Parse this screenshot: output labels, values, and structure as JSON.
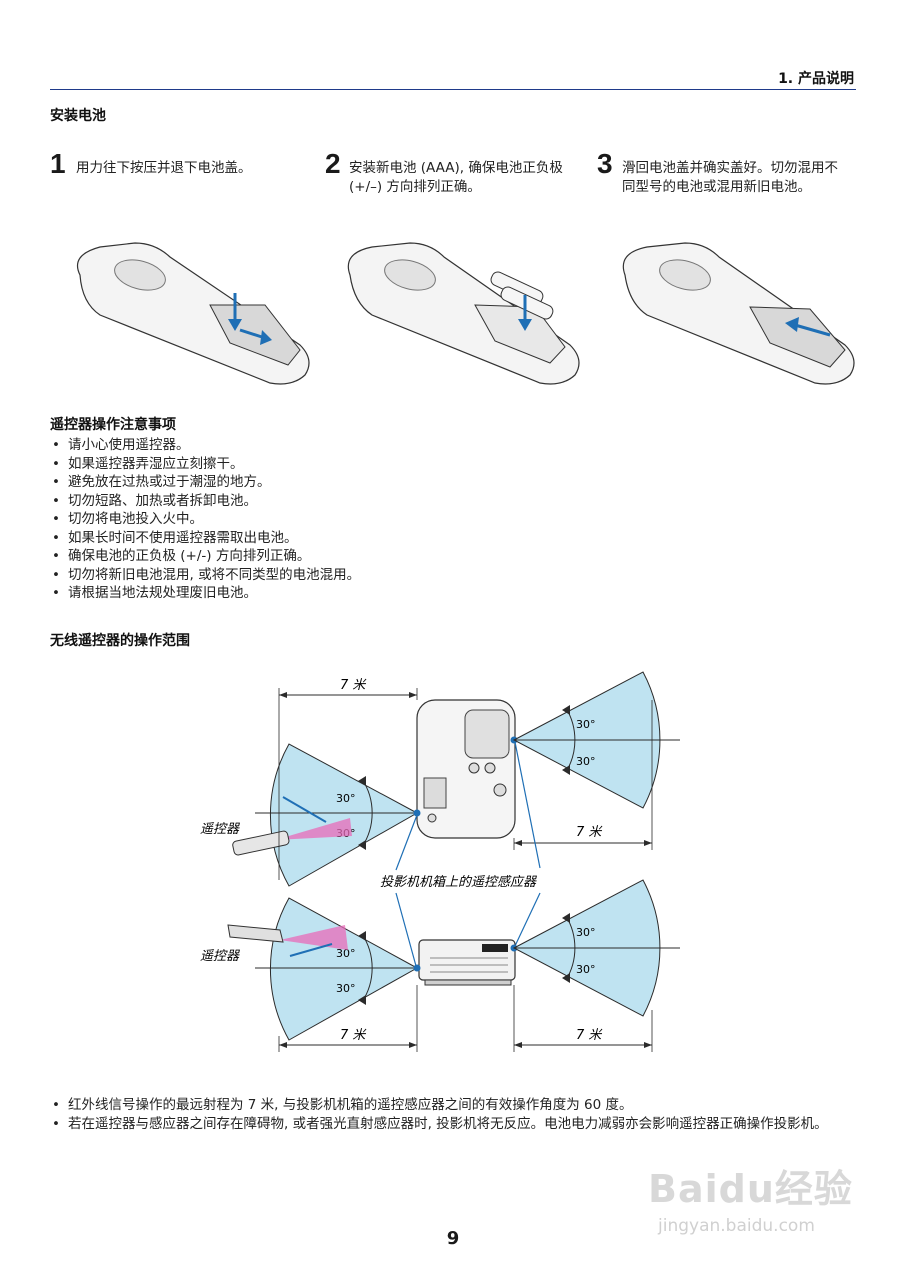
{
  "header": {
    "chapter": "1. 产品说明"
  },
  "battery_section": {
    "title": "安装电池",
    "steps": [
      {
        "num": "1",
        "text": "用力往下按压并退下电池盖。"
      },
      {
        "num": "2",
        "text": "安装新电池 (AAA), 确保电池正负极 (+/–) 方向排列正确。"
      },
      {
        "num": "3",
        "text": "滑回电池盖并确实盖好。切勿混用不同型号的电池或混用新旧电池。"
      }
    ]
  },
  "cautions": {
    "title": "遥控器操作注意事项",
    "items": [
      "请小心使用遥控器。",
      "如果遥控器弄湿应立刻擦干。",
      "避免放在过热或过于潮湿的地方。",
      "切勿短路、加热或者拆卸电池。",
      "切勿将电池投入火中。",
      "如果长时间不使用遥控器需取出电池。",
      "确保电池的正负极 (+/-) 方向排列正确。",
      "切勿将新旧电池混用, 或将不同类型的电池混用。",
      "请根据当地法规处理废旧电池。"
    ]
  },
  "range_section": {
    "title": "无线遥控器的操作范围",
    "distance_label": "7 米",
    "angle_label": "30°",
    "remote_label": "遥控器",
    "sensor_label": "投影机机箱上的遥控感应器"
  },
  "notes": [
    "红外线信号操作的最远射程为 7 米, 与投影机机箱的遥控感应器之间的有效操作角度为 60 度。",
    "若在遥控器与感应器之间存在障碍物, 或者强光直射感应器时, 投影机将无反应。电池电力减弱亦会影响遥控器正确操作投影机。"
  ],
  "page_number": "9",
  "watermark": {
    "logo": "Baidu经验",
    "url": "jingyan.baidu.com"
  },
  "colors": {
    "fan_fill": "#bfe3f1",
    "fan_stroke": "#2b2b2b",
    "accent_blue": "#1f6fb5",
    "beam_pink": "#e86bb8",
    "rule": "#1f3a8a"
  }
}
